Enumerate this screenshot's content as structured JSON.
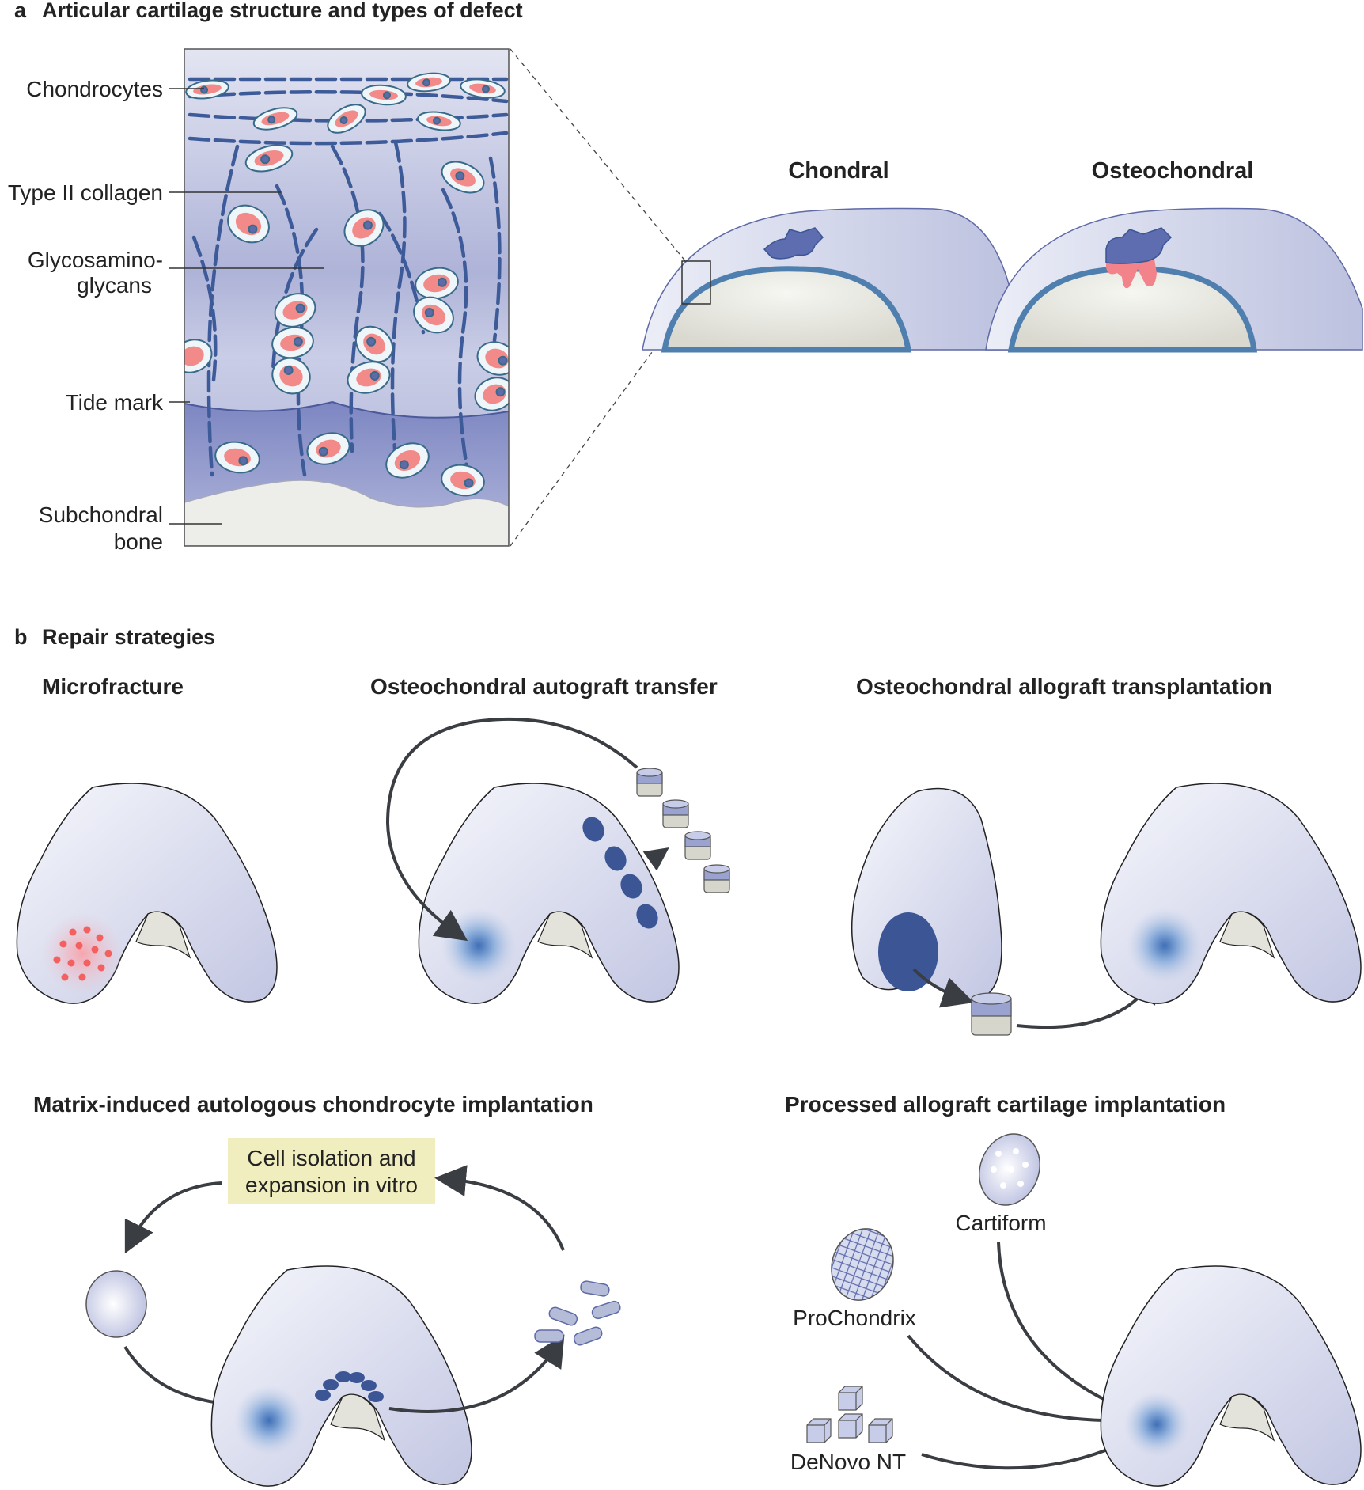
{
  "panel_a": {
    "letter": "a",
    "title": "Articular cartilage structure and types of defect",
    "labels": {
      "chondrocytes": "Chondrocytes",
      "collagen": "Type II collagen",
      "gag_1": "Glycosamino-",
      "gag_2": "glycans",
      "tide_mark": "Tide mark",
      "bone_1": "Subchondral",
      "bone_2": "bone"
    },
    "defects": {
      "chondral": "Chondral",
      "osteochondral": "Osteochondral"
    }
  },
  "panel_b": {
    "letter": "b",
    "title": "Repair strategies",
    "microfracture": "Microfracture",
    "autograft": "Osteochondral autograft transfer",
    "allograft": "Osteochondral allograft transplantation",
    "maci": "Matrix-induced autologous chondrocyte implantation",
    "maci_box_1": "Cell isolation and",
    "maci_box_2": "expansion in vitro",
    "processed": "Processed allograft cartilage implantation",
    "products": {
      "cartiform": "Cartiform",
      "prochondrix": "ProChondrix",
      "denovo": "DeNovo NT"
    }
  },
  "colors": {
    "cartilage": "#c3c7e3",
    "collagen": "#3d5a99",
    "cell": "#f28a8a",
    "bone": "#ededea",
    "tidemark": "#5a7fb0",
    "defect_blue": "#3b5595",
    "box_fill": "#f0eebe"
  }
}
